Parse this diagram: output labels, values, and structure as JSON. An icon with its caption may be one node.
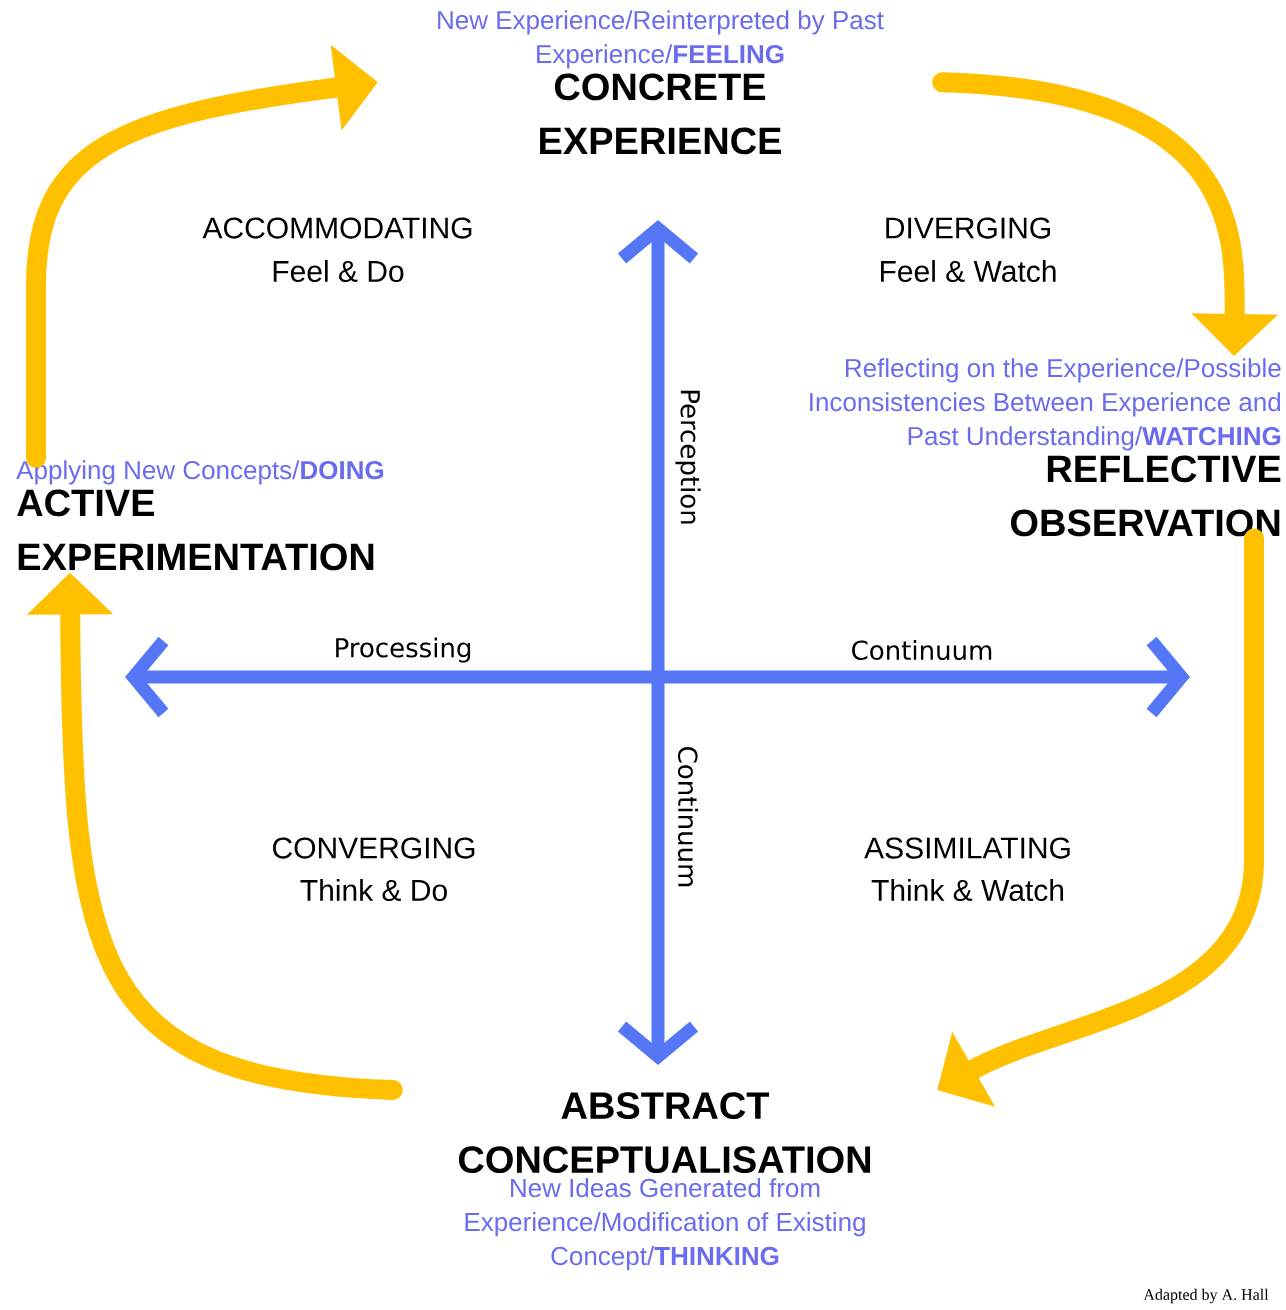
{
  "diagram": {
    "nodes": [
      {
        "text": [
          "New Experience/Reinterpreted by Past Experience/**FEELING**",
          "CONCRETE EXPERIENCE"
        ]
      },
      {
        "text": [
          "Reflecting on the Experience/Possible Inconsistencies Between Experience and Past Understanding/**WATCHING**",
          "REFLECTIVE OBSERVATION"
        ]
      },
      {
        "text": [
          "ABSTRACT CONCEPTUALISATION",
          "New Ideas Generated from Experience/Modification of Existing Concept/**THINKING**"
        ]
      },
      {
        "text": [
          "Applying New Concepts/**DOING**",
          "ACTIVE EXPERIMENTATION"
        ]
      }
    ],
    "edges": [
      {
        "from": 3,
        "to": 0,
        "arrow": "to"
      },
      {
        "from": 0,
        "to": 1,
        "arrow": "to"
      },
      {
        "from": 1,
        "to": 2,
        "arrow": "to"
      },
      {
        "from": 2,
        "to": 3,
        "arrow": "to"
      }
    ],
    "labels": [
      "ACCOMMODATING",
      "Feel & Do",
      "DIVERGING",
      "Feel & Watch",
      "Perception",
      "Processing",
      "Continuum",
      "Continuum",
      "CONVERGING",
      "Think & Do",
      "ASSIMILATING",
      "Think & Watch",
      "Adapted by A. Hall"
    ]
  }
}
